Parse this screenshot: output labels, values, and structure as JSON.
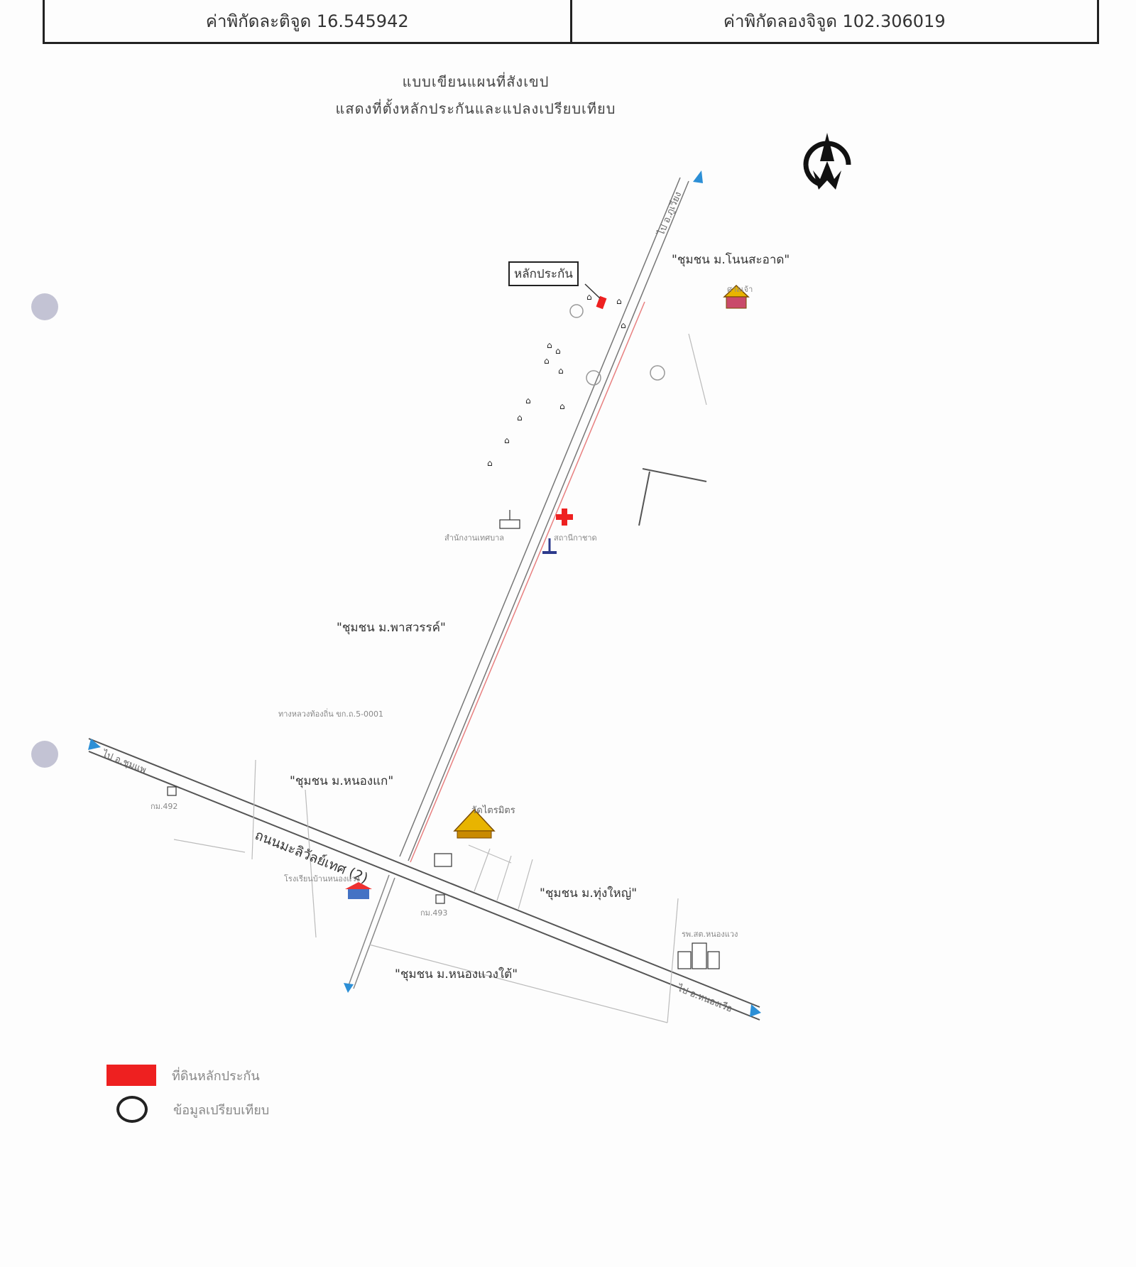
{
  "header": {
    "lat_label": "ค่าพิกัดละติจูด 16.545942",
    "lon_label": "ค่าพิกัดลองจิจูด 102.306019"
  },
  "title": {
    "line1": "แบบเขียนแผนที่สังเขป",
    "line2": "แสดงที่ตั้งหลักประกันและแปลงเปรียบเทียบ"
  },
  "labels": {
    "collateral": "หลักประกัน",
    "community_northeast": "\"ชุมชน ม.โนนสะอาด\"",
    "community_west": "\"ชุมชน ม.พาสวรรค์\"",
    "community_southwest": "\"ชุมชน ม.หนองแก\"",
    "community_southeast": "\"ชุมชน ม.ทุ่งใหญ่\"",
    "community_south": "\"ชุมชน ม.หนองแวงใต้\"",
    "main_road": "ถนนมะลิวัลย์เทศ (2)",
    "road_to_left": "ไป อ.ชุมแพ",
    "road_to_right": "ไป อ.หนองเรือ",
    "road_to_north": "ไป อ.ภูเวียง",
    "temple": "วัดไตรมิตร",
    "red_cross": "สถานีกาชาด",
    "school": "โรงเรียนบ้านหนองแวง",
    "hospital": "รพ.สต.หนองแวง",
    "office": "สำนักงานเทศบาล",
    "km_left": "กม.492",
    "km_right": "กม.493",
    "shrine": "ศาลเจ้า",
    "side_road": "ทางหลวงท้องถิ่น ขก.ถ.5-0001"
  },
  "legend": {
    "collateral_label": "ที่ดินหลักประกัน",
    "comparison_label": "ข้อมูลเปรียบเทียบ"
  },
  "colors": {
    "collateral_red": "#ee2020",
    "road_arrow_blue": "#2c8fd6",
    "route_line_red": "#e88080"
  },
  "icons": [
    "north-arrow-icon",
    "temple-icon",
    "red-cross-icon",
    "school-icon",
    "hospital-icon",
    "map-pin-icon"
  ]
}
